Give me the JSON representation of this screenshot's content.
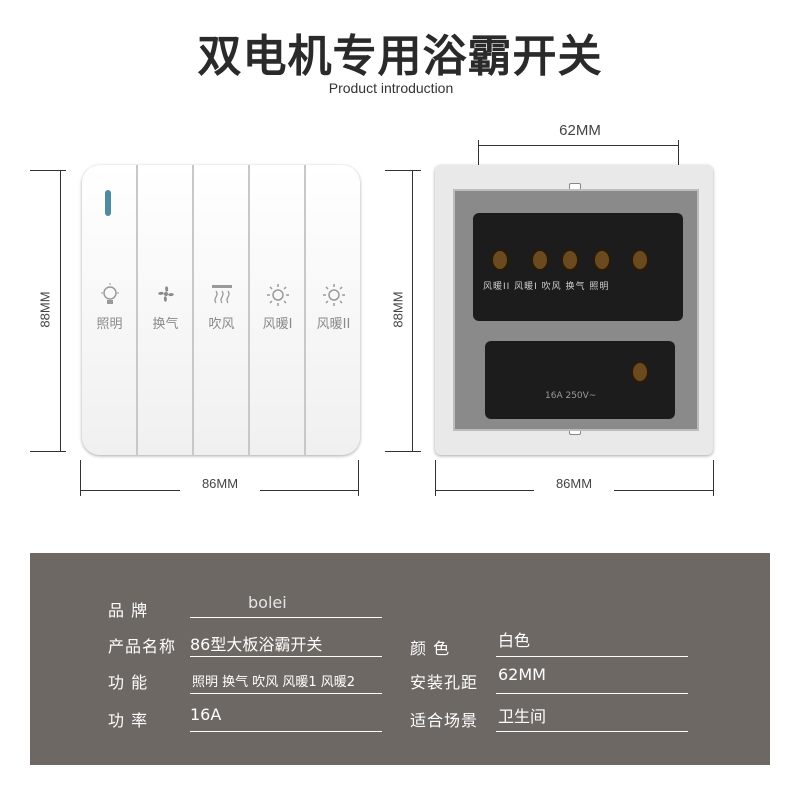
{
  "header": {
    "title": "双电机专用浴霸开关",
    "subtitle": "Product introduction"
  },
  "dimensions": {
    "front_height": "88MM",
    "front_width": "86MM",
    "back_height": "88MM",
    "back_width": "86MM",
    "hole_distance": "62MM"
  },
  "front": {
    "keys": [
      {
        "label": "照明",
        "icon": "bulb-icon"
      },
      {
        "label": "换气",
        "icon": "fan-icon"
      },
      {
        "label": "吹风",
        "icon": "heat-blower-icon"
      },
      {
        "label": "风暖I",
        "icon": "sun-icon"
      },
      {
        "label": "风暖II",
        "icon": "sun-icon"
      }
    ]
  },
  "back": {
    "terminal_labels": "风暖II 风暖I 吹风 换气 照明",
    "rating": "16A    250V~"
  },
  "specs": {
    "brand_label": "品 牌",
    "brand_value": "bolei",
    "name_label": "产品名称",
    "name_value": "86型大板浴霸开关",
    "function_label": "功 能",
    "function_value": "照明 换气 吹风 风暖1 风暖2",
    "power_label": "功 率",
    "power_value": "16A",
    "color_label": "颜 色",
    "color_value": "白色",
    "hole_label": "安装孔距",
    "hole_value": "62MM",
    "scene_label": "适合场景",
    "scene_value": "卫生间"
  },
  "colors": {
    "spec_background": "#6e6865",
    "indicator": "#4e8ba0"
  }
}
